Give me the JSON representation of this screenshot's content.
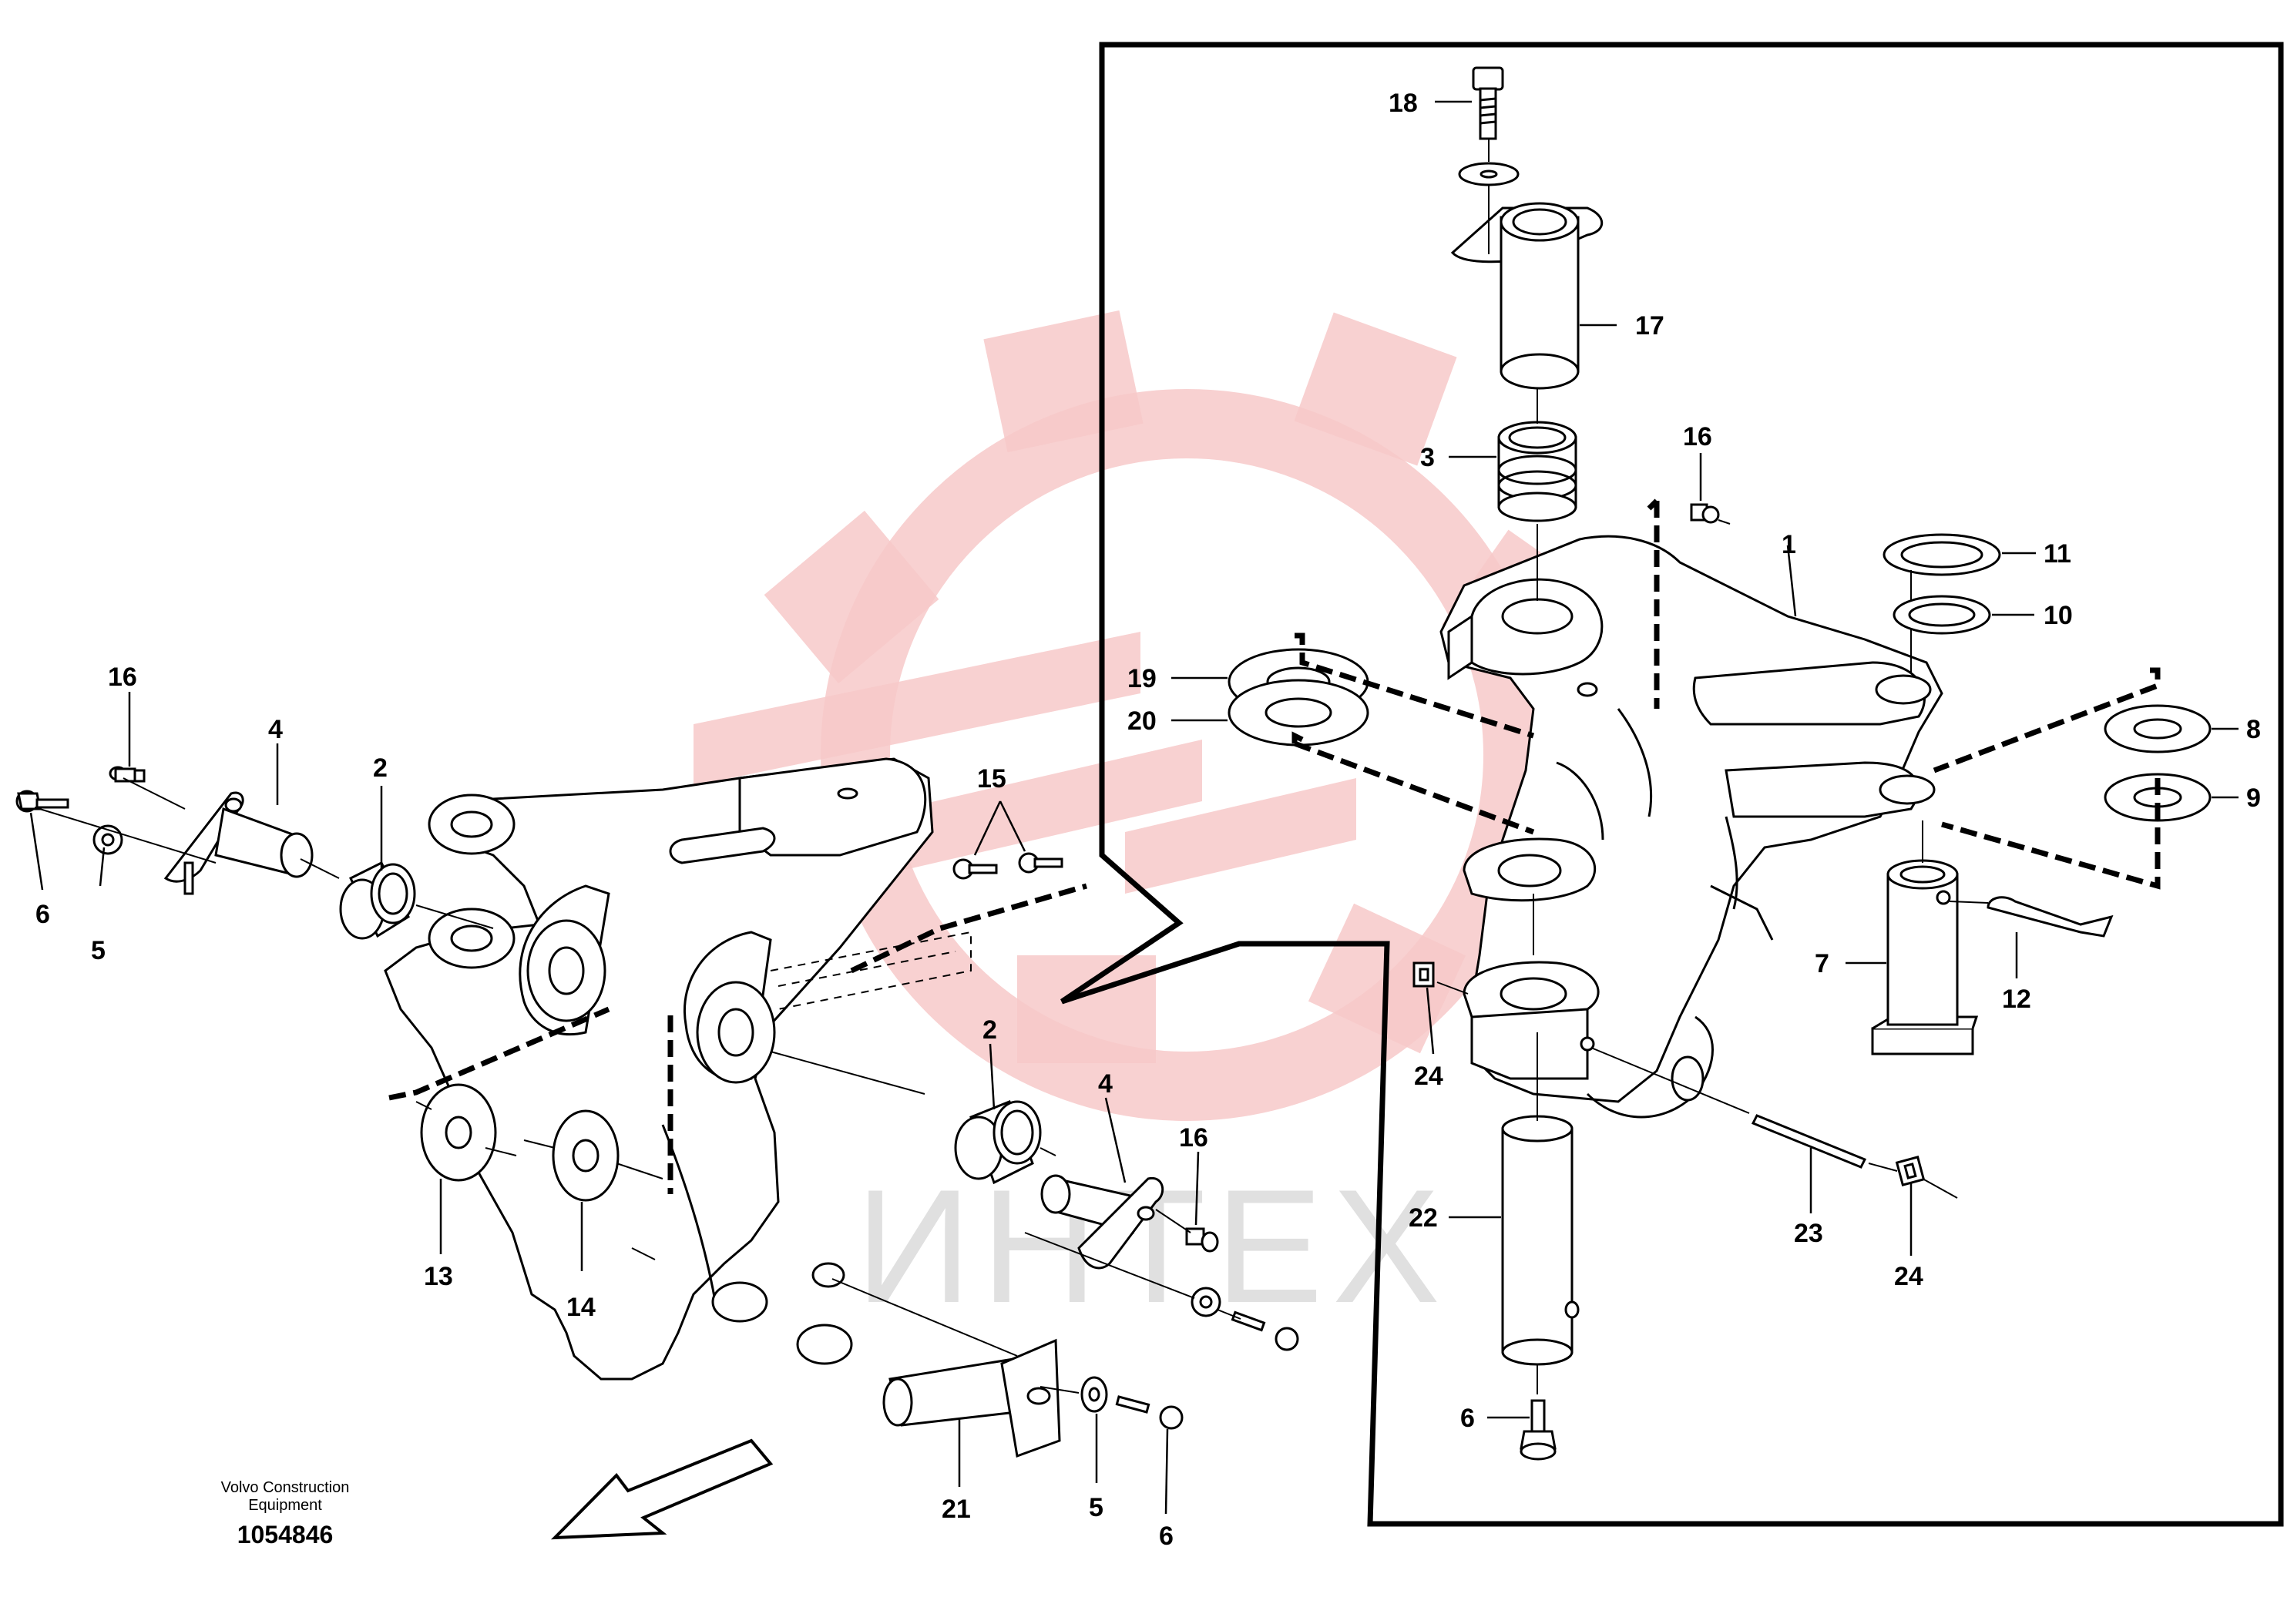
{
  "diagram": {
    "watermark_text": "ИНТЕХ",
    "watermark_color": "#f5c3c3",
    "line_color": "#000000",
    "callouts": {
      "c1": "1",
      "c2a": "2",
      "c2b": "2",
      "c3": "3",
      "c4a": "4",
      "c4b": "4",
      "c5a": "5",
      "c5b": "5",
      "c6a": "6",
      "c6b": "6",
      "c6c": "6",
      "c7": "7",
      "c8": "8",
      "c9": "9",
      "c10": "10",
      "c11": "11",
      "c12": "12",
      "c13": "13",
      "c14": "14",
      "c15": "15",
      "c16a": "16",
      "c16b": "16",
      "c16c": "16",
      "c17": "17",
      "c18": "18",
      "c19": "19",
      "c20": "20",
      "c21": "21",
      "c22": "22",
      "c23": "23",
      "c24a": "24",
      "c24b": "24"
    }
  },
  "footer": {
    "maker_line1": "Volvo Construction",
    "maker_line2": "Equipment",
    "doc_number": "1054846"
  }
}
